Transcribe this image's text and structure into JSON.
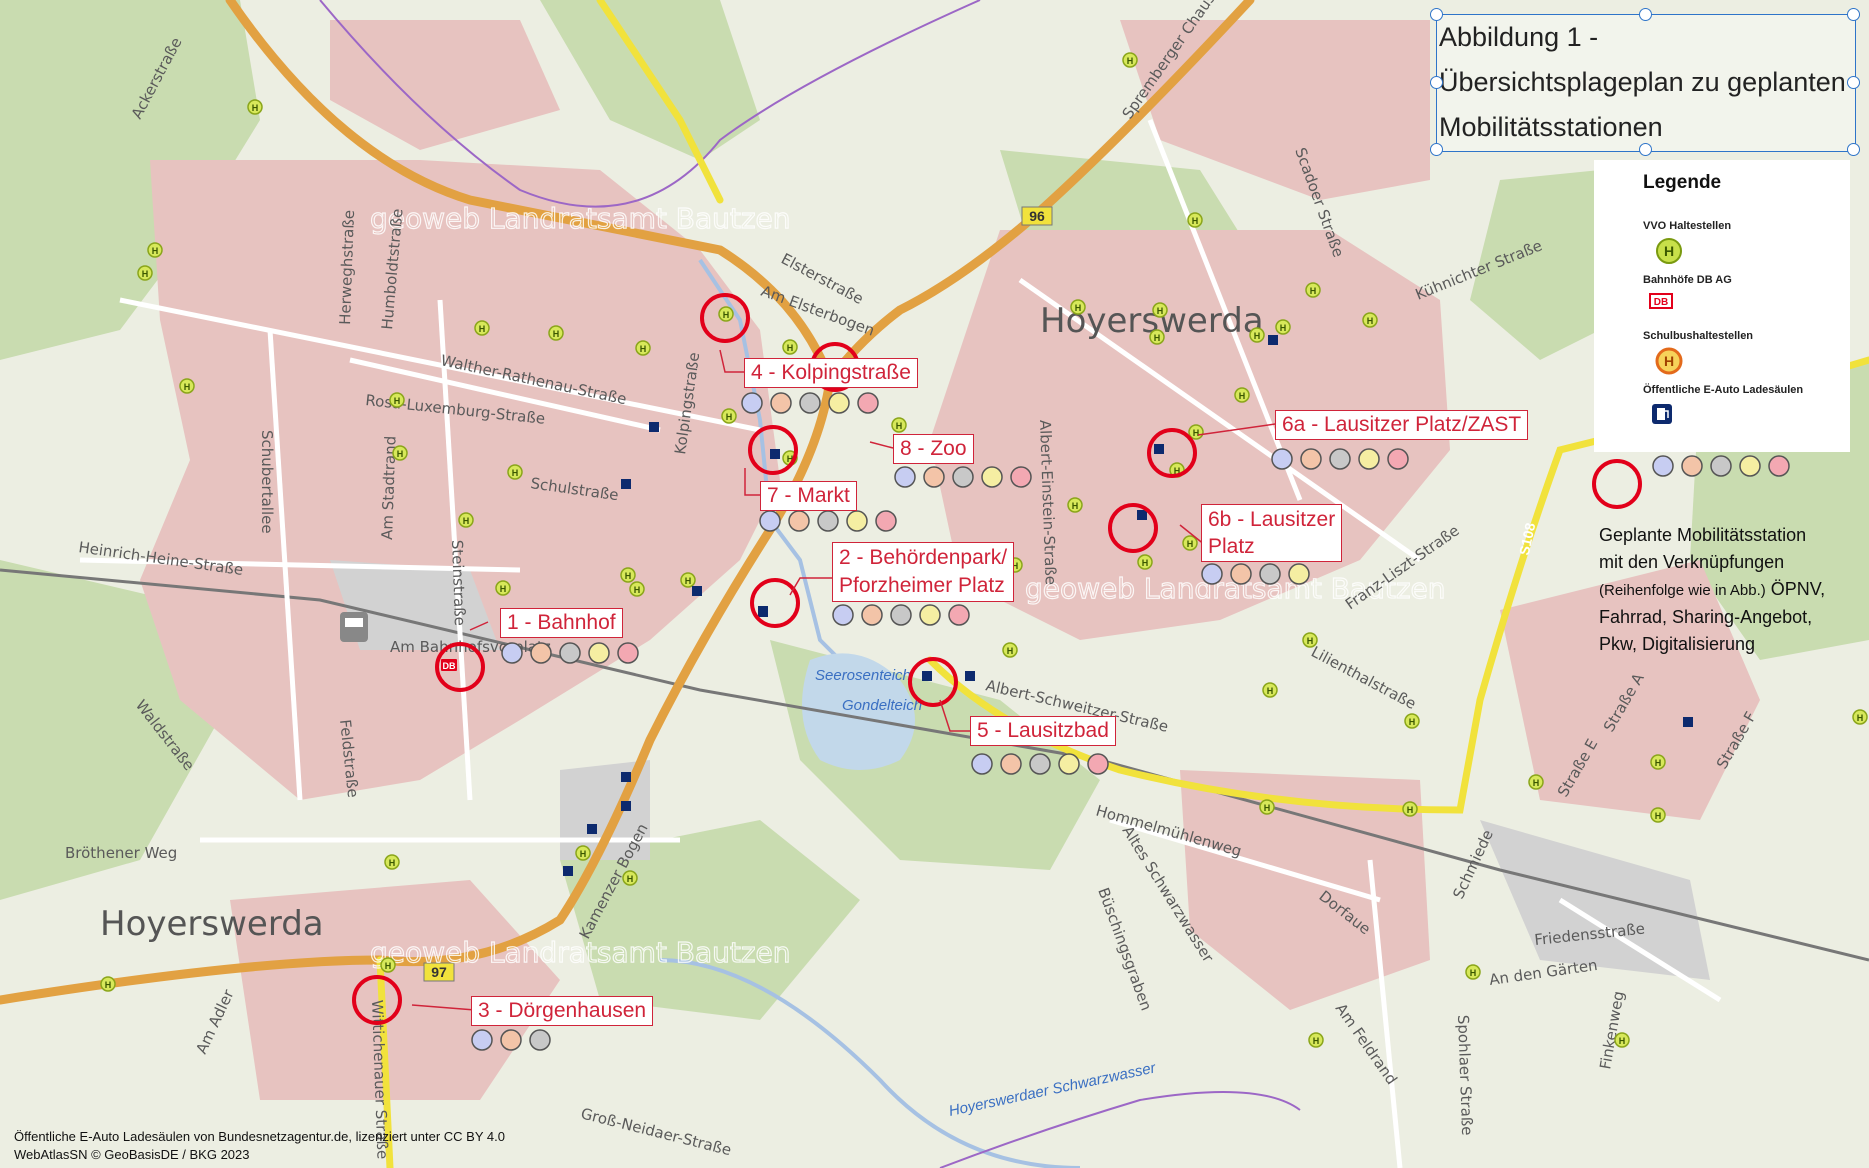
{
  "title": {
    "lines": [
      "Abbildung 1 -",
      "Übersichtsplageplan zu geplanten",
      "Mobilitätsstationen"
    ]
  },
  "legend": {
    "title": "Legende",
    "items": [
      {
        "label": "VVO Haltestellen",
        "icon": "bus-stop-green-icon",
        "color": "#c8e04a"
      },
      {
        "label": "Bahnhöfe DB AG",
        "icon": "db-logo-icon",
        "symbol_text": "DB",
        "color": "#e3001b"
      },
      {
        "label": "Schulbushaltestellen",
        "icon": "school-bus-stop-icon",
        "color": "#f3a21c"
      },
      {
        "label": "Öffentliche E-Auto Ladesäulen",
        "icon": "charging-station-icon",
        "color": "#0d2a6e"
      }
    ]
  },
  "station_legend": {
    "lines": [
      "Geplante Mobilitätsstation",
      "mit den Verknüpfungen"
    ],
    "small_line": "(Reihenfolge wie in Abb.)",
    "lines_after": [
      "ÖPNV,",
      "Fahrrad, Sharing-Angebot,",
      "Pkw, Digitalisierung"
    ],
    "connection_colors": [
      "#c7cdf2",
      "#f3c4a8",
      "#c8c8c8",
      "#f5eea2",
      "#f3a8b2"
    ]
  },
  "stations": [
    {
      "label": "1 - Bahnhof",
      "dots": 5
    },
    {
      "label": "2 - Behördenpark/",
      "label2": "Pforzheimer Platz",
      "dots": 5
    },
    {
      "label": "3 - Dörgenhausen",
      "dots": 3
    },
    {
      "label": "4 - Kolpingstraße",
      "dots": 5
    },
    {
      "label": "5 - Lausitzbad",
      "dots": 5
    },
    {
      "label": "6a - Lausitzer Platz/ZAST",
      "dots": 5
    },
    {
      "label": "6b - Lausitzer",
      "label2": "Platz",
      "dots": 4
    },
    {
      "label": "7 - Markt",
      "dots": 5
    },
    {
      "label": "8 - Zoo",
      "dots": 5
    }
  ],
  "map_labels": {
    "city_center": "Hoyerswerda",
    "city_southwest": "Hoyerswerda",
    "watermark": "geoweb Landratsamt Bautzen",
    "road_numbers": [
      "96",
      "97",
      "S108"
    ],
    "db_marker": "DB",
    "streets": [
      "Ackerstraße",
      "Herweghstraße",
      "Humboldtstraße",
      "Walther-Rathenau-Straße",
      "Rosa-Luxemburg-Straße",
      "Schulstraße",
      "Kolpingstraße",
      "Am Elsterbogen",
      "Elsterstraße",
      "Heinrich-Heine-Straße",
      "Schubertallee",
      "Am Stadtrand",
      "Steinstraße",
      "Am Bahnhofsvorplatz",
      "Waldstraße",
      "Feldstraße",
      "Bröthener Weg",
      "Am Adler",
      "Kamenzer Bogen",
      "Albert-Schweitzer-Straße",
      "Hommelmühlenweg",
      "Altes Schwarzwasser",
      "Büschingsgraben",
      "Dorfaue",
      "Hoyerswerdaer Schwarzwasser",
      "Groß-Neidaer-Straße",
      "Friedensstraße",
      "An den Gärten",
      "Franz-Liszt-Straße",
      "Lilienthalstraße",
      "Spremberger Chaussee",
      "Kühnichter Straße",
      "Scadoer Straße",
      "Am Feldrand",
      "Spohlaer Straße",
      "Schmiede",
      "Finkenweg",
      "Straße A",
      "Straße E",
      "Straße F",
      "Seerosenteich",
      "Gondelteich",
      "Wittichenauer Straße",
      "Albert-Einstein-Straße"
    ]
  },
  "attribution": [
    "Öffentliche E-Auto Ladesäulen von Bundesnetzagentur.de, lizenziert unter CC BY 4.0",
    "WebAtlasSN © GeoBasisDE / BKG 2023"
  ]
}
